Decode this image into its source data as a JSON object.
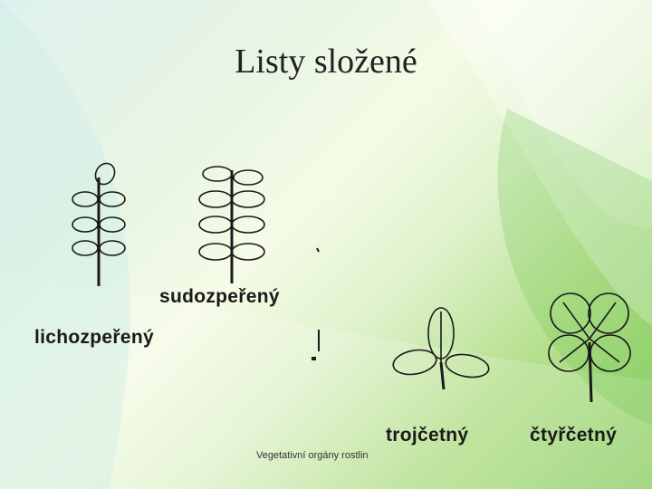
{
  "slide": {
    "title": "Listy složené",
    "footer": "Vegetativní orgány rostlin"
  },
  "labels": {
    "odd_pinnate": "lichozpeřený",
    "even_pinnate": "sudozpeřený",
    "trifoliate": "trojčetný",
    "quadrifoliate": "čtyřčetný"
  }
}
